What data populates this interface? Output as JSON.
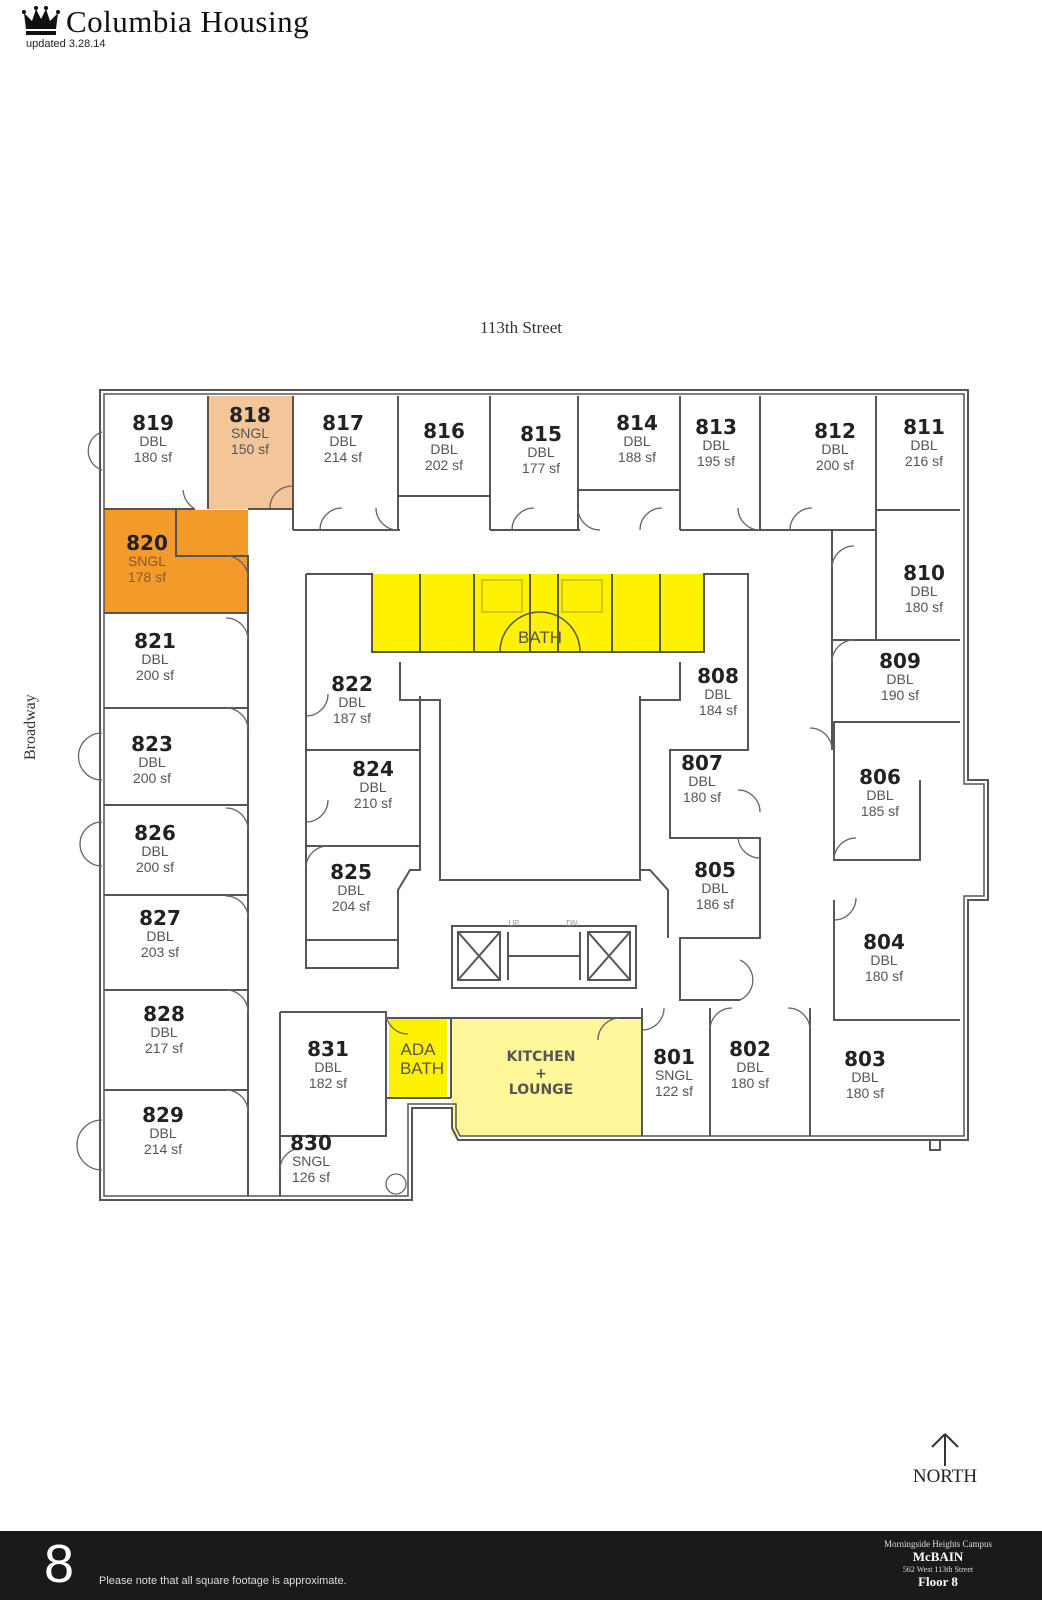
{
  "header": {
    "brand": "Columbia Housing",
    "updated": "updated 3.28.14"
  },
  "streets": {
    "top": "113th Street",
    "left": "Broadway"
  },
  "colors": {
    "single_highlight": "#f3c699",
    "single_selected": "#f39a2a",
    "bath_yellow": "#fff200",
    "lounge_yellow": "#fff799",
    "wall": "#555555"
  },
  "rooms": [
    {
      "id": "819",
      "type": "DBL",
      "size": "180 sf"
    },
    {
      "id": "818",
      "type": "SNGL",
      "size": "150 sf",
      "highlight": "single"
    },
    {
      "id": "817",
      "type": "DBL",
      "size": "214 sf"
    },
    {
      "id": "816",
      "type": "DBL",
      "size": "202 sf"
    },
    {
      "id": "815",
      "type": "DBL",
      "size": "177 sf"
    },
    {
      "id": "814",
      "type": "DBL",
      "size": "188 sf"
    },
    {
      "id": "813",
      "type": "DBL",
      "size": "195 sf"
    },
    {
      "id": "812",
      "type": "DBL",
      "size": "200 sf"
    },
    {
      "id": "811",
      "type": "DBL",
      "size": "216 sf"
    },
    {
      "id": "810",
      "type": "DBL",
      "size": "180 sf"
    },
    {
      "id": "809",
      "type": "DBL",
      "size": "190 sf"
    },
    {
      "id": "806",
      "type": "DBL",
      "size": "185 sf"
    },
    {
      "id": "804",
      "type": "DBL",
      "size": "180 sf"
    },
    {
      "id": "803",
      "type": "DBL",
      "size": "180 sf"
    },
    {
      "id": "802",
      "type": "DBL",
      "size": "180 sf"
    },
    {
      "id": "801",
      "type": "SNGL",
      "size": "122 sf"
    },
    {
      "id": "808",
      "type": "DBL",
      "size": "184 sf"
    },
    {
      "id": "807",
      "type": "DBL",
      "size": "180 sf"
    },
    {
      "id": "805",
      "type": "DBL",
      "size": "186 sf"
    },
    {
      "id": "822",
      "type": "DBL",
      "size": "187 sf"
    },
    {
      "id": "824",
      "type": "DBL",
      "size": "210 sf"
    },
    {
      "id": "825",
      "type": "DBL",
      "size": "204 sf"
    },
    {
      "id": "820",
      "type": "SNGL",
      "size": "178 sf",
      "highlight": "selected"
    },
    {
      "id": "821",
      "type": "DBL",
      "size": "200 sf"
    },
    {
      "id": "823",
      "type": "DBL",
      "size": "200 sf"
    },
    {
      "id": "826",
      "type": "DBL",
      "size": "200 sf"
    },
    {
      "id": "827",
      "type": "DBL",
      "size": "203 sf"
    },
    {
      "id": "828",
      "type": "DBL",
      "size": "217 sf"
    },
    {
      "id": "829",
      "type": "DBL",
      "size": "214 sf"
    },
    {
      "id": "831",
      "type": "DBL",
      "size": "182 sf"
    },
    {
      "id": "830",
      "type": "SNGL",
      "size": "126 sf"
    }
  ],
  "areas": {
    "bath": "BATH",
    "ada_bath_1": "ADA",
    "ada_bath_2": "BATH",
    "kitchen_1": "KITCHEN",
    "kitchen_2": "+",
    "kitchen_3": "LOUNGE",
    "stair_up": "UP",
    "stair_dn": "DN"
  },
  "north": "NORTH",
  "footer": {
    "floor_number": "8",
    "note": "Please note that all square footage is approximate.",
    "campus": "Morningside Heights Campus",
    "building": "McBAIN",
    "address": "562 West 113th Street",
    "floor_label": "Floor 8"
  }
}
